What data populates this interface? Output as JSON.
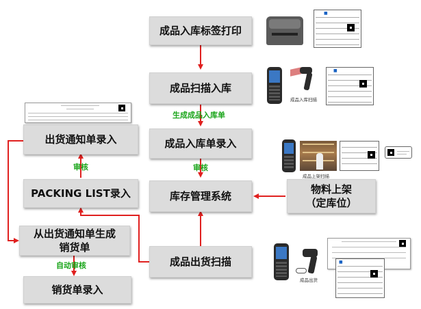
{
  "boxes": {
    "label_print": "成品入库标签打印",
    "scan_in": "成品扫描入库",
    "receipt_entry": "成品入库单录入",
    "wms": "库存管理系统",
    "scan_out": "成品出货扫描",
    "shelving": "物料上架\n（定库位）",
    "ship_notice": "出货通知单录入",
    "packing_list": "PACKING LIST录入",
    "gen_sales": "从出货通知单生成\n销货单",
    "sales_entry": "销货单录入"
  },
  "edge_labels": {
    "generate_receipt": "生成成品入库单",
    "audit_right": "审核",
    "audit_left": "审核",
    "auto_audit": "自动审核"
  },
  "captions": {
    "scan_in": "成品入库扫描",
    "shelving_scan": "成品上架扫描",
    "scan_out": "成品出货"
  },
  "colors": {
    "arrow_red": "#e0201f",
    "label_green": "#1aa51a",
    "box_grey": "#dcdcdc"
  }
}
